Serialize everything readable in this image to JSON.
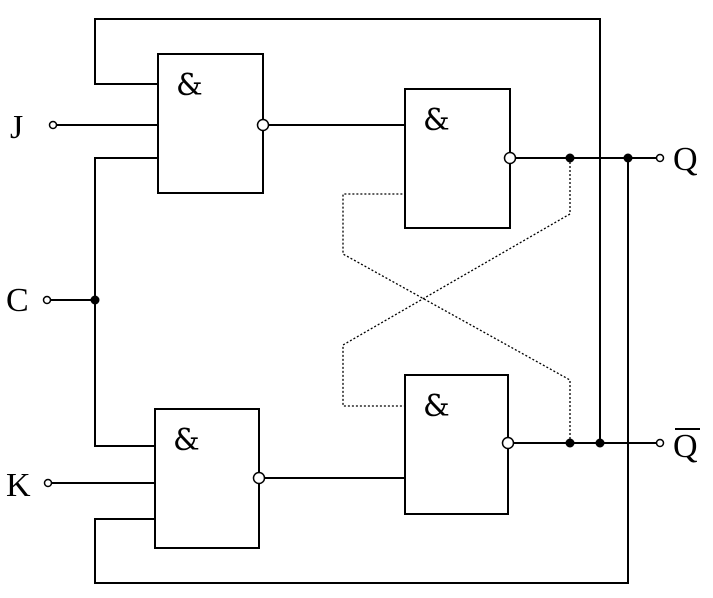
{
  "inputs": {
    "j": "J",
    "c": "C",
    "k": "K"
  },
  "outputs": {
    "q": "Q",
    "q_bar": "Q"
  },
  "gates": {
    "input_top": "&",
    "latch_top": "&",
    "latch_bottom": "&",
    "input_bottom": "&"
  }
}
